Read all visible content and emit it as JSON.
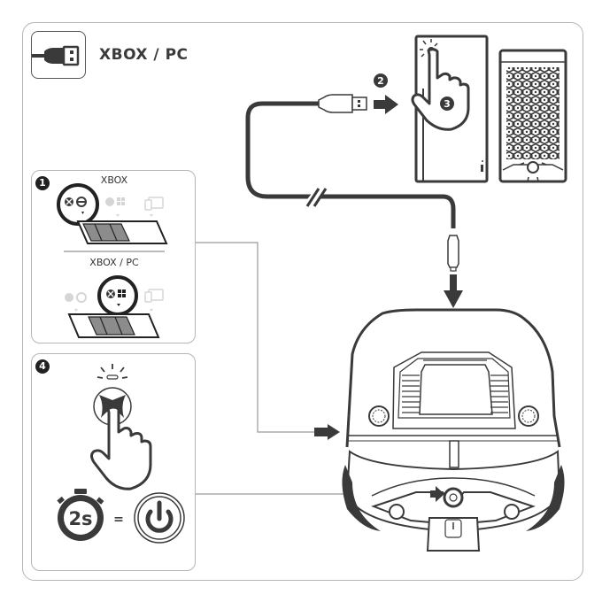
{
  "header": {
    "title": "XBOX / PC",
    "icon": "usb-cable-icon"
  },
  "step1": {
    "badge": "1",
    "mode_a_label": "XBOX",
    "mode_b_label": "XBOX / PC",
    "mode_icons": [
      "xbox-wheel-icon",
      "xbox-windows-icon",
      "bluetooth-phone-icon"
    ]
  },
  "step2": {
    "badge": "2"
  },
  "step3": {
    "badge": "3"
  },
  "step4": {
    "badge": "4",
    "timer_text": "2s",
    "equals": "=",
    "result_icon": "power-icon"
  },
  "colors": {
    "ink": "#3a3a3a",
    "frame": "#b5b5b5",
    "fill_gray": "#8c8c8c",
    "faded": "#c8c8c8"
  }
}
